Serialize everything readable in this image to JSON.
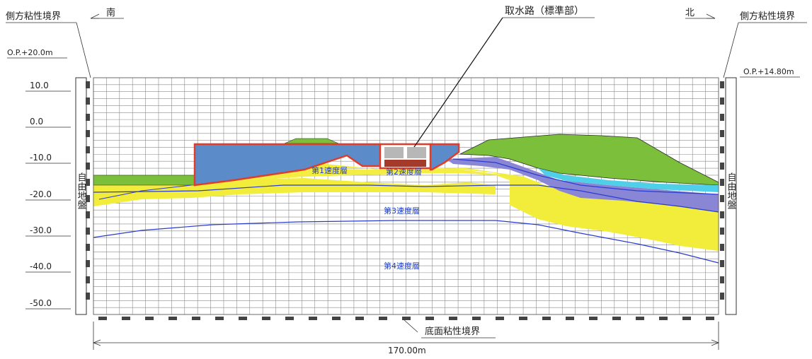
{
  "labels": {
    "left_boundary": "側方粘性境界",
    "right_boundary": "側方粘性境界",
    "south": "南",
    "north": "北",
    "structure": "取水路（標準部）",
    "bottom_boundary": "底面粘性境界",
    "width": "170.00m",
    "elev_top_left": "O.P.+20.0m",
    "elev_surface_right": "O.P.+14.80m",
    "free_ground_left": "自由地盤",
    "free_ground_right": "自由地盤",
    "layer1": "第1速度層",
    "layer2": "第2速度層",
    "layer3": "第3速度層",
    "layer4": "第4速度層"
  },
  "elevation_ticks": [
    "10.0",
    "0.0",
    "-10.0",
    "-20.0",
    "-30.0",
    "-40.0",
    "-50.0"
  ],
  "colors": {
    "fill_blue": "#5b8cc9",
    "structure_outline": "#e03c2a",
    "embankment_green": "#7bbf3a",
    "sand_yellow": "#f2ec3a",
    "purple_layer": "#8a86d6",
    "cyan_layer": "#4fd0e8",
    "layer_line": "#2a3ccf",
    "mesh": "#8a8a8a"
  }
}
